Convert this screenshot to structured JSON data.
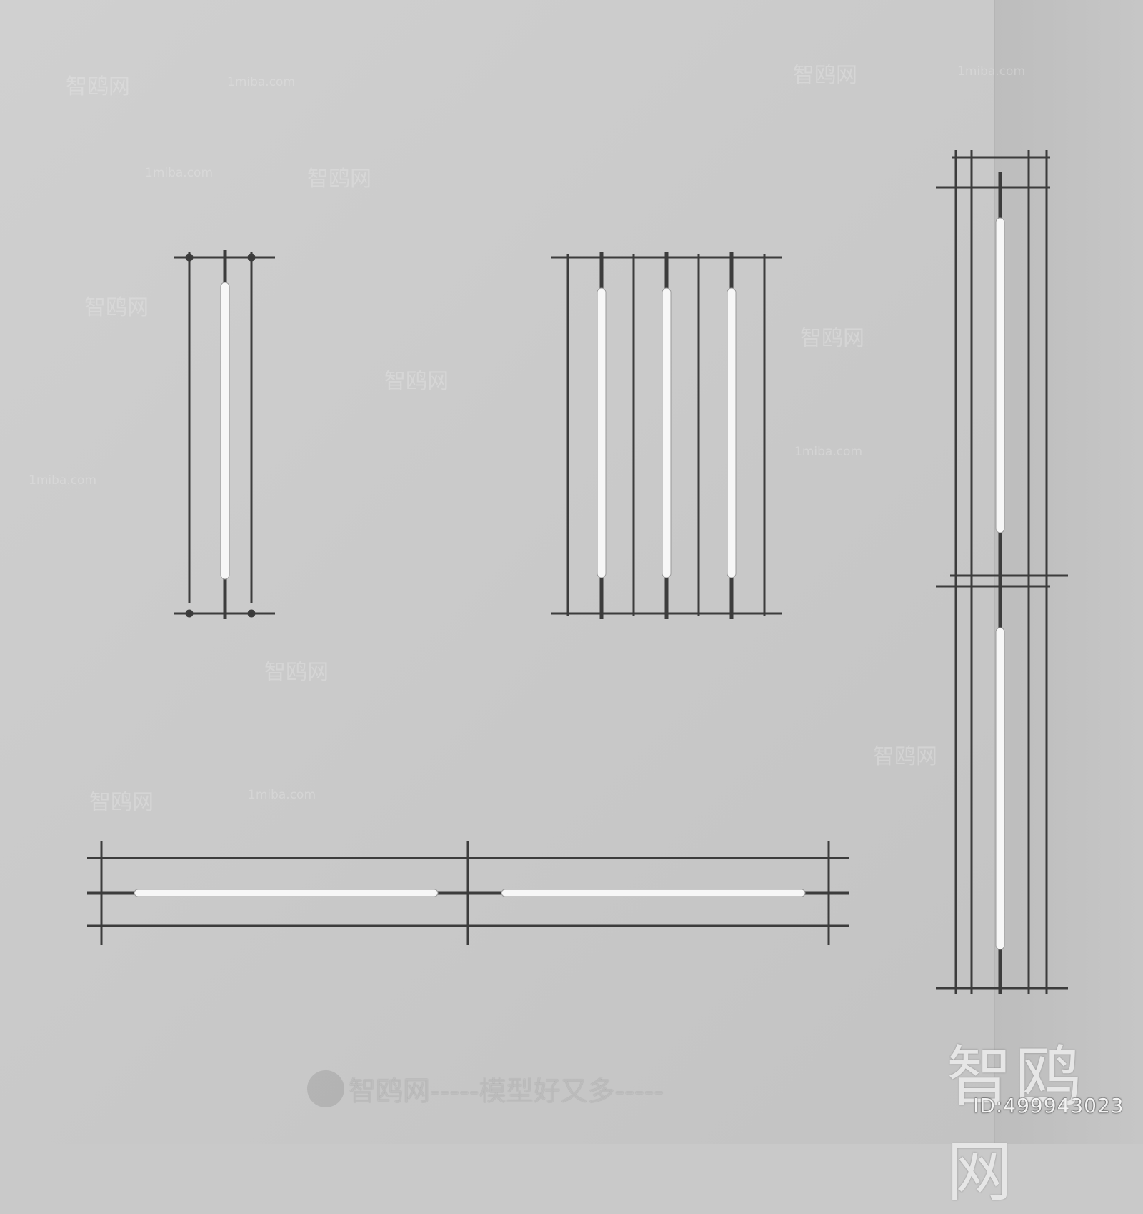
{
  "watermark": {
    "logo": "智鸥网",
    "id": "ID:499943023",
    "slogan": "智鸥网-----模型好又多-----",
    "site": "1miba.com",
    "brand": "智鸥网"
  },
  "colors": {
    "wall": "#c9c9c9",
    "metal": "#3c3c3c",
    "tube": "#f7f7f7"
  }
}
